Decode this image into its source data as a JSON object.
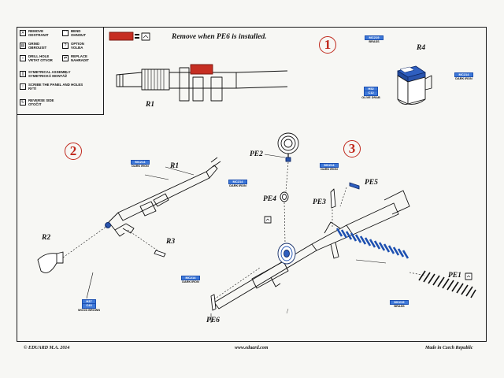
{
  "legend": {
    "items": [
      {
        "icon": "remove-icon",
        "glyph": "✕",
        "text": "REMOVE\nODSTRANIT"
      },
      {
        "icon": "bend-icon",
        "glyph": "⌒",
        "text": "BEND\nOHNOUT"
      },
      {
        "icon": "grind-icon",
        "glyph": "▤",
        "text": "GRIND\nOBROUSIT"
      },
      {
        "icon": "option-icon",
        "glyph": "?",
        "text": "OPTION\nVOLBA"
      },
      {
        "icon": "drill-icon",
        "glyph": "○",
        "text": "DRILL HOLE\nVRTAT OTVOR"
      },
      {
        "icon": "replace-icon",
        "glyph": "⇄",
        "text": "REPLACE\nNAHRADIT"
      },
      {
        "icon": "symmetrical-icon",
        "glyph": "∥",
        "text": "SYMETRICAL ASSEMBLY\nSYMETRICKÁ MONTÁŽ"
      },
      {
        "icon": "screw-icon",
        "glyph": "↕",
        "text": "SCRIBE THE PANEL AND HOLES\nRYTÍ"
      },
      {
        "icon": "reverse-icon",
        "glyph": "↻",
        "text": "REVERSE SIDE\nOTOČIT"
      }
    ]
  },
  "note": {
    "text": "Remove when PE6 is installed."
  },
  "steps": {
    "one": "1",
    "two": "2",
    "three": "3"
  },
  "labels": {
    "r1_top": "R1",
    "r4": "R4",
    "r1": "R1",
    "r2": "R2",
    "r3": "R3",
    "pe2": "PE2",
    "pe4": "PE4",
    "pe3": "PE3",
    "pe5": "PE5",
    "pe1": "PE1",
    "pe6": "PE6"
  },
  "paints": {
    "brass1": {
      "code": "MC219",
      "name": "BRASS"
    },
    "darkiron1": {
      "code": "MC214",
      "name": "DARK IRON"
    },
    "olive": {
      "code": "H52",
      "code2": "C12",
      "name": "OLIVE DRAB"
    },
    "darkiron2": {
      "code": "MC214",
      "name": "DARK IRON"
    },
    "darkiron3": {
      "code": "MC214",
      "name": "DARK IRON"
    },
    "darkiron4": {
      "code": "MC214",
      "name": "DARK IRON"
    },
    "wood": {
      "code": "H37",
      "code2": "C43",
      "name": "WOOD BROWN"
    },
    "darkiron5": {
      "code": "MC214",
      "name": "DARK IRON"
    },
    "brass2": {
      "code": "MC219",
      "name": "BRASS"
    }
  },
  "footer": {
    "left": "© EDUARD  M.A. 2014",
    "center": "www.eduard.com",
    "right": "Made in Czech Republic"
  },
  "colors": {
    "accent_red": "#c0281c",
    "paint_blue": "#3e78d8"
  }
}
